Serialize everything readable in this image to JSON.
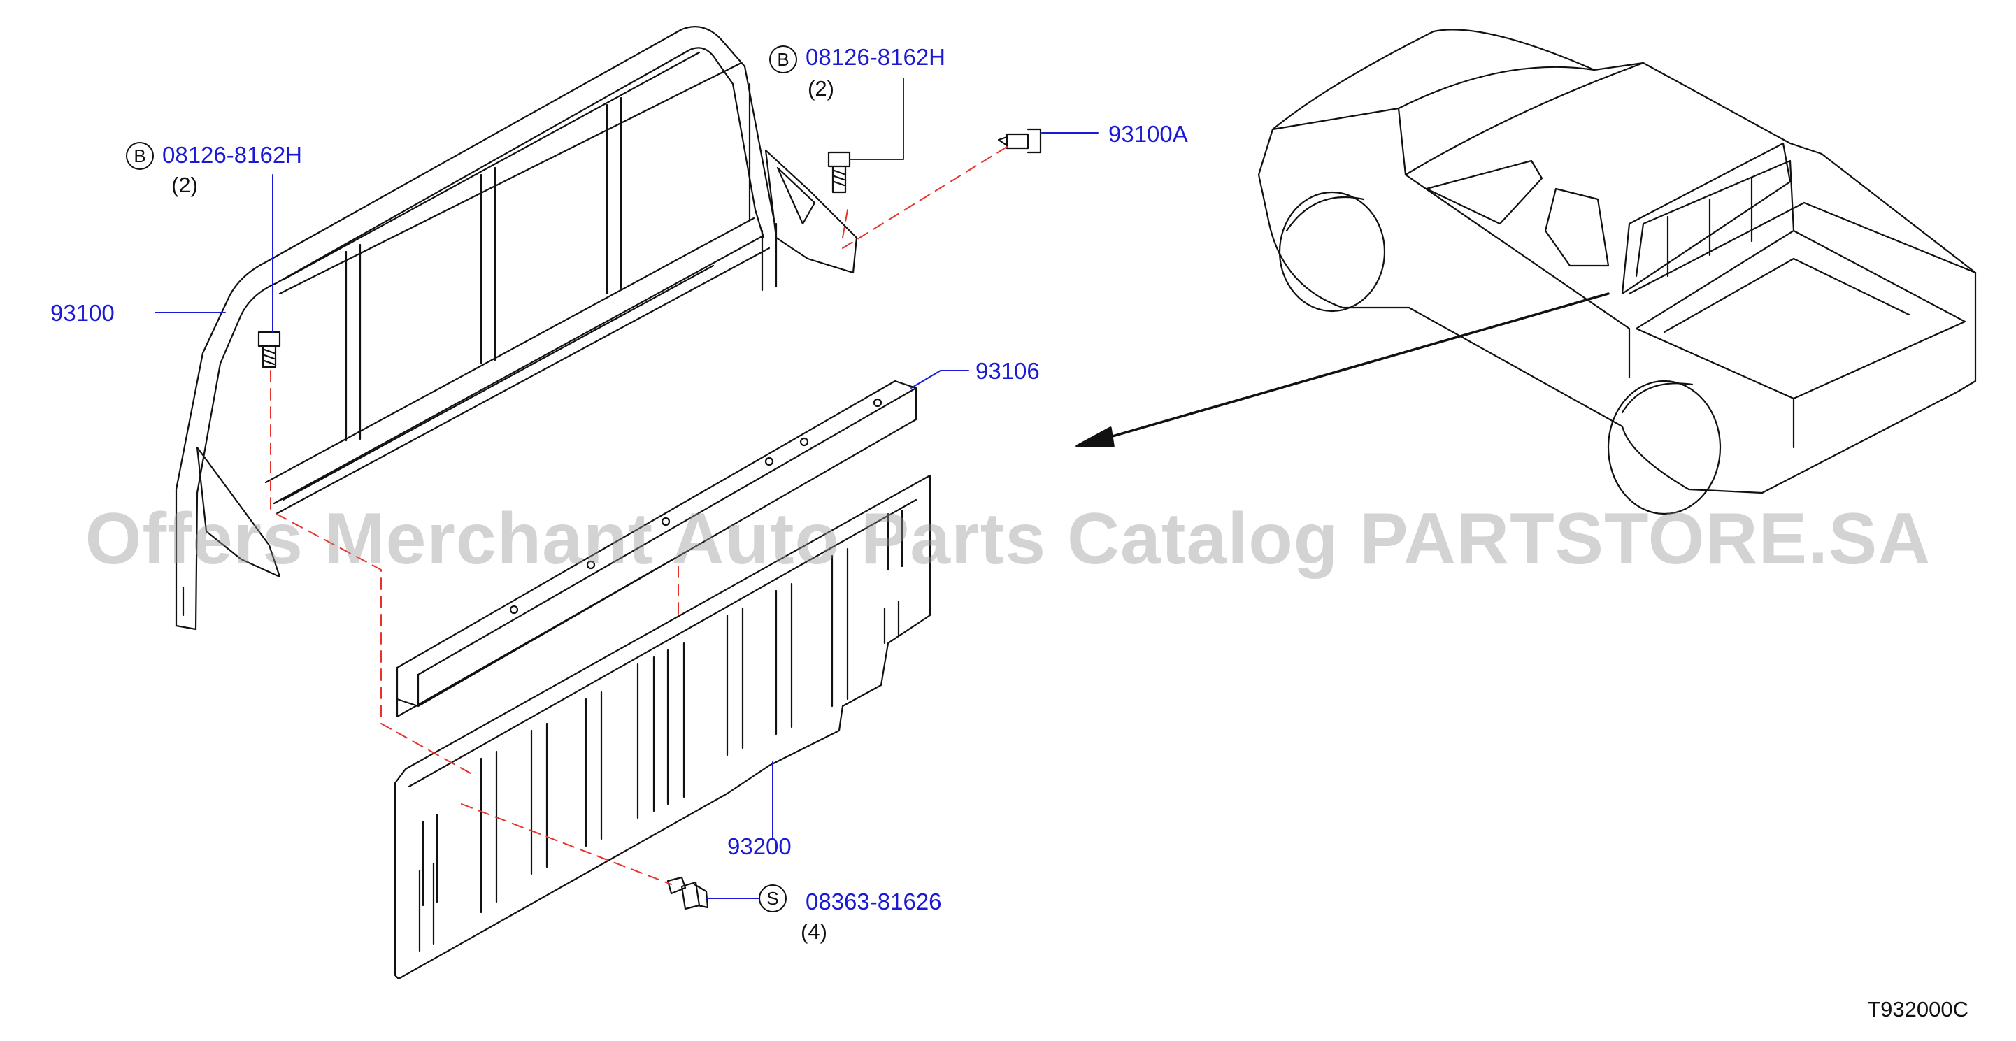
{
  "callouts": {
    "bolt_b_right": {
      "badge": "B",
      "part": "08126-8162H",
      "qty": "(2)"
    },
    "bolt_b_left": {
      "badge": "B",
      "part": "08126-8162H",
      "qty": "(2)"
    },
    "bolt_93100a": {
      "part": "93100A"
    },
    "guard_frame": {
      "part": "93100"
    },
    "rail": {
      "part": "93106"
    },
    "panel": {
      "part": "93200"
    },
    "screw_s": {
      "badge": "S",
      "part": "08363-81626",
      "qty": "(4)"
    }
  },
  "watermark": "Offers Merchant Auto Parts Catalog PARTSTORE.SA",
  "drawing_code": "T932000C",
  "colors": {
    "callout_text": "#1a1ad6",
    "leader_line": "#1a1ad6",
    "dash_line": "#e8332b",
    "stroke": "#111111"
  }
}
